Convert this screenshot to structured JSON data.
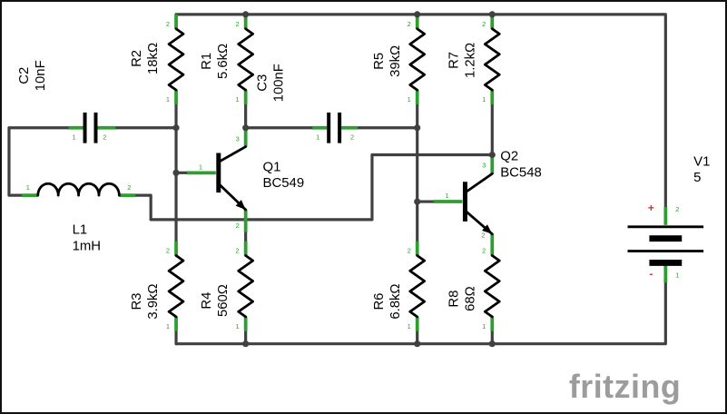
{
  "colors": {
    "wire": "#404040",
    "pin_green": "#2e9e2e",
    "symbol_black": "#000000",
    "battery_plus_red": "#c23b3b",
    "watermark_gray": "#9c9c9c",
    "background": "#ffffff"
  },
  "watermark": {
    "text": "fritzing"
  },
  "components": {
    "c2": {
      "designator": "C2",
      "value": "10nF",
      "pin1": "1",
      "pin2": "2"
    },
    "c3": {
      "designator": "C3",
      "value": "100nF",
      "pin1": "1",
      "pin2": "2"
    },
    "l1": {
      "designator": "L1",
      "value": "1mH",
      "pin1": "1",
      "pin2": "2"
    },
    "r1": {
      "designator": "R1",
      "value": "5.6kΩ",
      "pin_top": "2",
      "pin_bottom": "1"
    },
    "r2": {
      "designator": "R2",
      "value": "18kΩ",
      "pin_top": "2",
      "pin_bottom": "1"
    },
    "r3": {
      "designator": "R3",
      "value": "3.9kΩ",
      "pin_top": "2",
      "pin_bottom": "1"
    },
    "r4": {
      "designator": "R4",
      "value": "560Ω",
      "pin_top": "2",
      "pin_bottom": "1"
    },
    "r5": {
      "designator": "R5",
      "value": "39kΩ",
      "pin_top": "2",
      "pin_bottom": "1"
    },
    "r6": {
      "designator": "R6",
      "value": "6.8kΩ",
      "pin_top": "2",
      "pin_bottom": "1"
    },
    "r7": {
      "designator": "R7",
      "value": "1.2kΩ",
      "pin_top": "2",
      "pin_bottom": "1"
    },
    "r8": {
      "designator": "R8",
      "value": "68Ω",
      "pin_top": "2",
      "pin_bottom": "1"
    },
    "q1": {
      "designator": "Q1",
      "value": "BC549",
      "pin_base": "1",
      "pin_emitter": "2",
      "pin_collector": "3"
    },
    "q2": {
      "designator": "Q2",
      "value": "BC548",
      "pin_base": "1",
      "pin_emitter": "2",
      "pin_collector": "3"
    },
    "v1": {
      "designator": "V1",
      "value": "5",
      "plus": "+",
      "minus": "-",
      "pin_pos": "2",
      "pin_neg": "1"
    }
  }
}
